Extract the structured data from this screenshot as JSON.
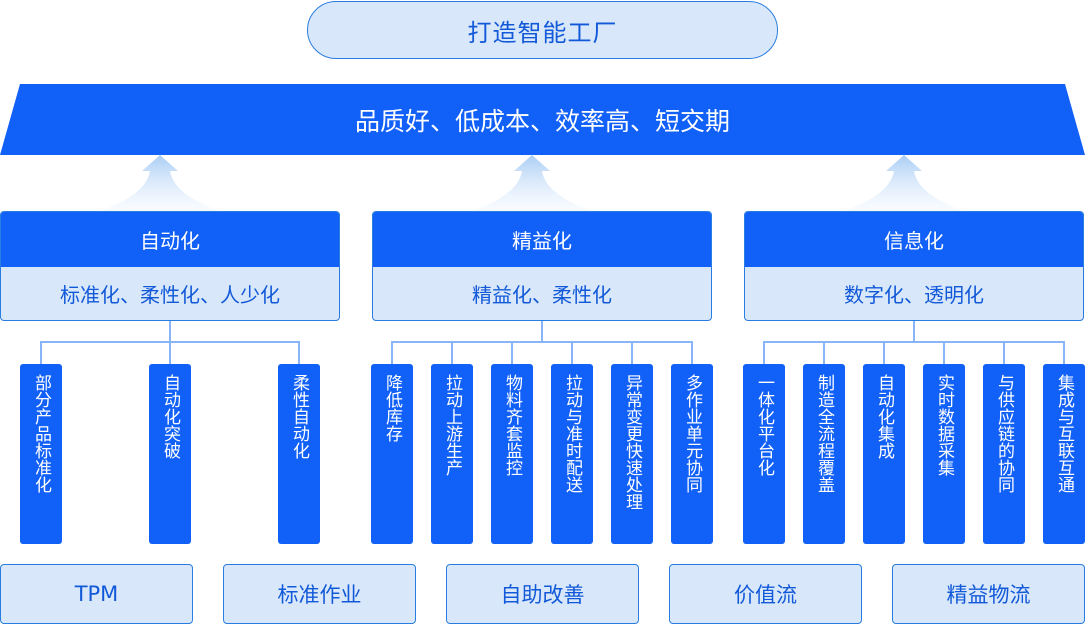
{
  "title": "打造智能工厂",
  "goal": "品质好、低成本、效率高、短交期",
  "groups": [
    {
      "title": "自动化",
      "subtitle": "标准化、柔性化、人少化",
      "items": [
        "部分产品标准化",
        "自动化突破",
        "柔性自动化"
      ]
    },
    {
      "title": "精益化",
      "subtitle": "精益化、柔性化",
      "items": [
        "降低库存",
        "拉动上游生产",
        "物料齐套监控",
        "拉动与准时配送",
        "异常变更快速处理",
        "多作业单元协同"
      ]
    },
    {
      "title": "信息化",
      "subtitle": "数字化、透明化",
      "items": [
        "一体化平台化",
        "制造全流程覆盖",
        "自动化集成",
        "实时数据采集",
        "与供应链的协同",
        "集成与互联互通"
      ]
    }
  ],
  "foundation": [
    "TPM",
    "标准作业",
    "自助改善",
    "价值流",
    "精益物流"
  ],
  "colors": {
    "primary": "#1160f8",
    "light": "#d8e8fa",
    "text": "#1259d9",
    "connector": "#8ab4f8"
  }
}
